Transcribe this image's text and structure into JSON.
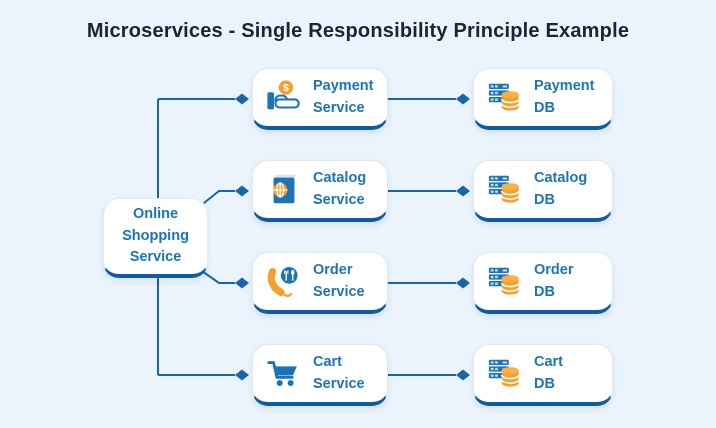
{
  "title": "Microservices - Single Responsibility Principle Example",
  "colors": {
    "background": "#ebf3fc",
    "node_background": "#ffffff",
    "node_bottom_edge": "#0e5ca6",
    "label_blue": "#1b74ba",
    "connector_blue": "#1566ad",
    "icon_orange": "#f59f2d",
    "title_color": "#1a2433"
  },
  "root_node": {
    "label": "Online\nShopping\nService"
  },
  "rows": [
    {
      "service": {
        "label": "Payment\nService",
        "icon": "hand-coin-icon"
      },
      "database": {
        "label": "Payment\nDB",
        "icon": "server-database-icon"
      }
    },
    {
      "service": {
        "label": "Catalog\nService",
        "icon": "book-globe-icon"
      },
      "database": {
        "label": "Catalog\nDB",
        "icon": "server-database-icon"
      }
    },
    {
      "service": {
        "label": "Order\nService",
        "icon": "phone-order-icon"
      },
      "database": {
        "label": "Order\nDB",
        "icon": "server-database-icon"
      }
    },
    {
      "service": {
        "label": "Cart\nService",
        "icon": "cart-icon"
      },
      "database": {
        "label": "Cart\nDB",
        "icon": "server-database-icon"
      }
    }
  ]
}
